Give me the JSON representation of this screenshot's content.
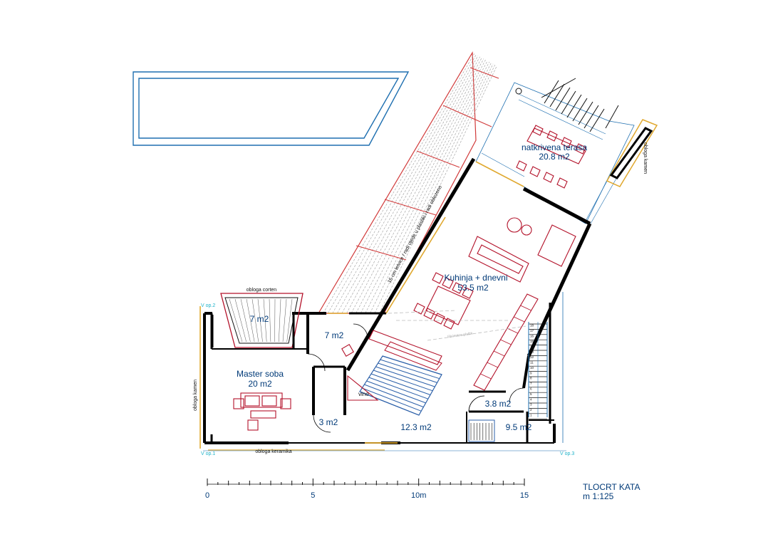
{
  "colors": {
    "wall": "#000000",
    "water": "#1e6fb0",
    "furniture": "#b3122a",
    "terrace": "#d13a3a",
    "cladding": "#e0a82e",
    "stairs": "#2b5fa8",
    "level": "#1fb3c9",
    "text": "#003a78"
  },
  "rooms": {
    "terasa": {
      "name": "natkrivena terasa",
      "area": "20.8 m2"
    },
    "kuhinja": {
      "name": "Kuhinja + dnevni",
      "area": "53.5 m2"
    },
    "master": {
      "name": "Master soba",
      "area": "20 m2"
    },
    "room7a": "7 m2",
    "room7b": "7 m2",
    "room3": "3 m2",
    "room12": "12.3 m2",
    "room38": "3.8 m2",
    "room95": "9.5 m2",
    "vino": "vino"
  },
  "notes": {
    "obloga_corten": "obloga corten",
    "obloga_kamen_left": "obloga kamen",
    "obloga_kamen_right": "obloga kamen",
    "obloga_keramika": "obloga keramika",
    "deck": "15 cm letvice / radi ojede u plastiki i radi oblozeno",
    "ceiling": "liši lentoe plaštk"
  },
  "levels": {
    "op1": "V op.1",
    "op2": "V op.2",
    "op3": "V op.3"
  },
  "stair_numbers": [
    "1",
    "2",
    "3",
    "4",
    "5",
    "6",
    "7",
    "8",
    "9",
    "10",
    "11",
    "12",
    "13",
    "14",
    "15",
    "16",
    "17",
    "18"
  ],
  "scale_bar": {
    "labels": [
      "0",
      "5",
      "10m",
      "15"
    ],
    "meters": [
      0,
      5,
      10,
      15
    ]
  },
  "title": {
    "line1": "TLOCRT KATA",
    "line2": "m 1:125"
  }
}
